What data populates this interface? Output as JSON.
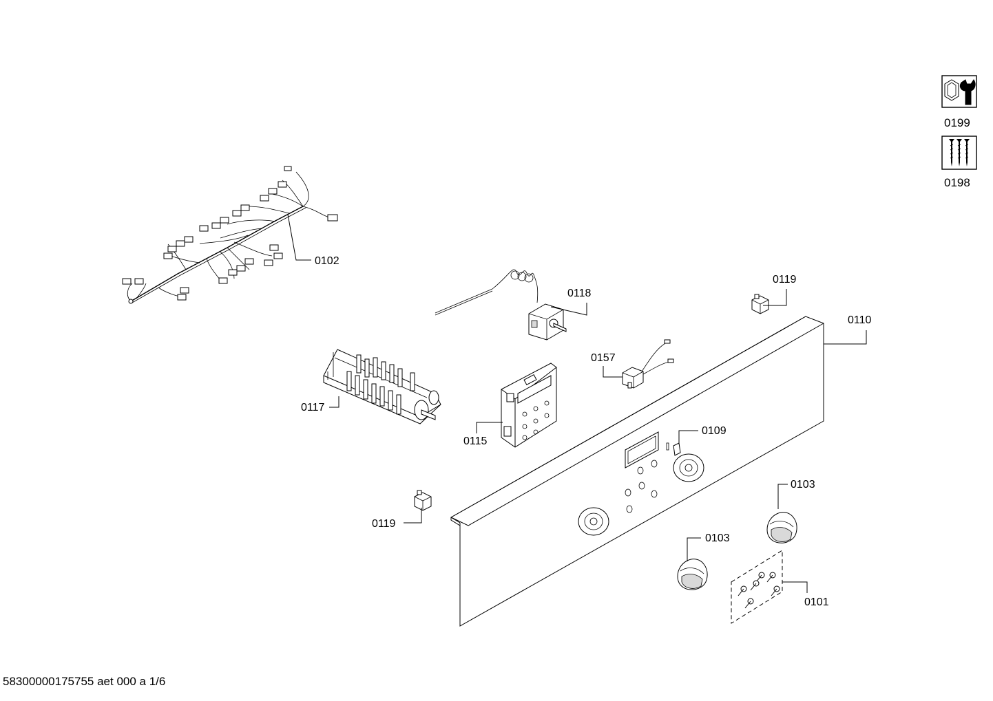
{
  "labels": {
    "p0102": "0102",
    "p0118": "0118",
    "p0119_top": "0119",
    "p0110": "0110",
    "p0157": "0157",
    "p0117": "0117",
    "p0115": "0115",
    "p0109": "0109",
    "p0103_right": "0103",
    "p0103_left": "0103",
    "p0119_bottom": "0119",
    "p0101": "0101",
    "p0199": "0199",
    "p0198": "0198"
  },
  "icons": {
    "p0199": "tool-wrench-nut-icon",
    "p0198": "screws-icon"
  },
  "footer": {
    "doc_id": "58300000175755 aet 000 a 1/6"
  }
}
